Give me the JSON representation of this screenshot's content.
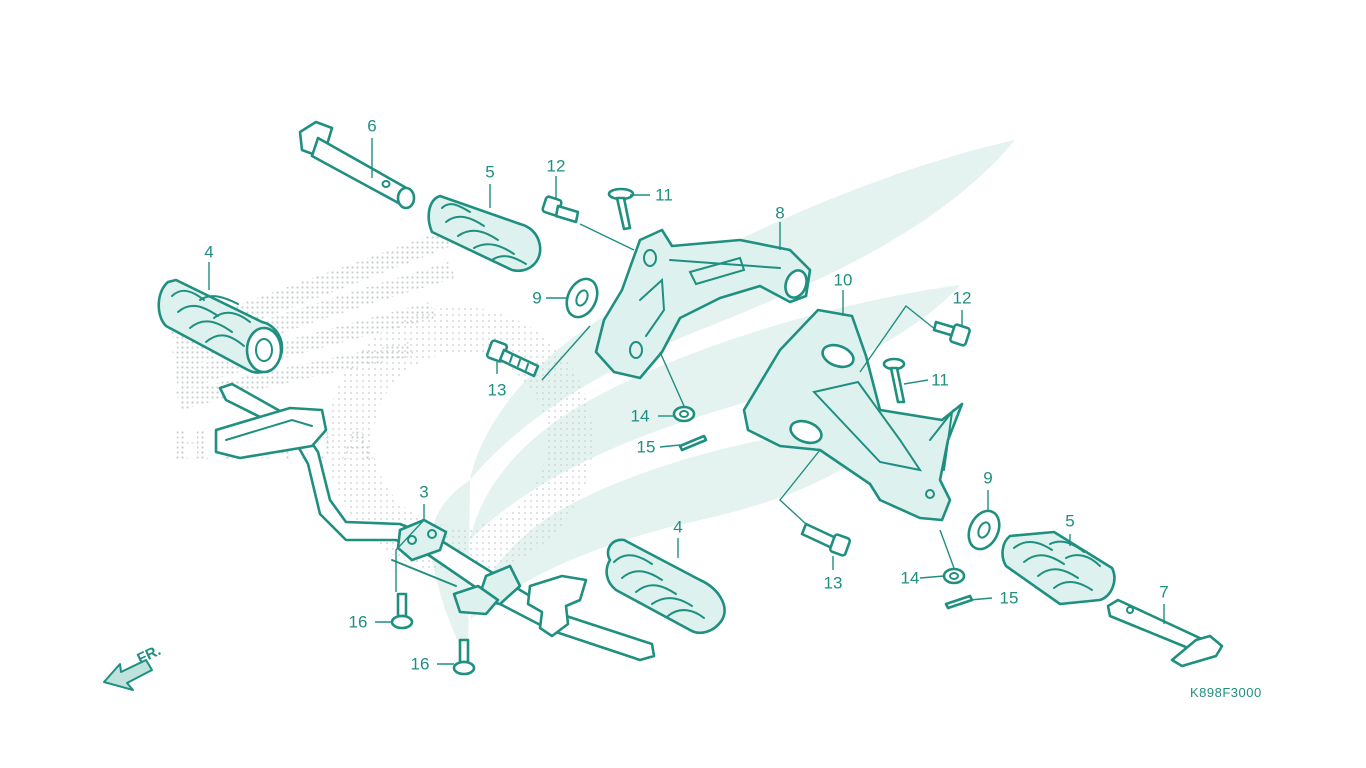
{
  "diagram": {
    "code": "K898F3000",
    "front_label": "FR.",
    "watermark_word": "HONDA",
    "colors": {
      "line": "#1f8f80",
      "part_fill": "#ddf2ee",
      "wing_watermark": "#e4f3ef",
      "dot_watermark": "#c6cdcc",
      "background": "#ffffff"
    },
    "callouts": [
      {
        "id": "c6",
        "label": "6"
      },
      {
        "id": "c5a",
        "label": "5"
      },
      {
        "id": "c4a",
        "label": "4"
      },
      {
        "id": "c12a",
        "label": "12"
      },
      {
        "id": "c11a",
        "label": "11"
      },
      {
        "id": "c8",
        "label": "8"
      },
      {
        "id": "c9a",
        "label": "9"
      },
      {
        "id": "c13a",
        "label": "13"
      },
      {
        "id": "c14a",
        "label": "14"
      },
      {
        "id": "c15a",
        "label": "15"
      },
      {
        "id": "c10",
        "label": "10"
      },
      {
        "id": "c12b",
        "label": "12"
      },
      {
        "id": "c11b",
        "label": "11"
      },
      {
        "id": "c9b",
        "label": "9"
      },
      {
        "id": "c5b",
        "label": "5"
      },
      {
        "id": "c7",
        "label": "7"
      },
      {
        "id": "c3",
        "label": "3"
      },
      {
        "id": "c4b",
        "label": "4"
      },
      {
        "id": "c13b",
        "label": "13"
      },
      {
        "id": "c14b",
        "label": "14"
      },
      {
        "id": "c15b",
        "label": "15"
      },
      {
        "id": "c16a",
        "label": "16"
      },
      {
        "id": "c16b",
        "label": "16"
      }
    ]
  }
}
